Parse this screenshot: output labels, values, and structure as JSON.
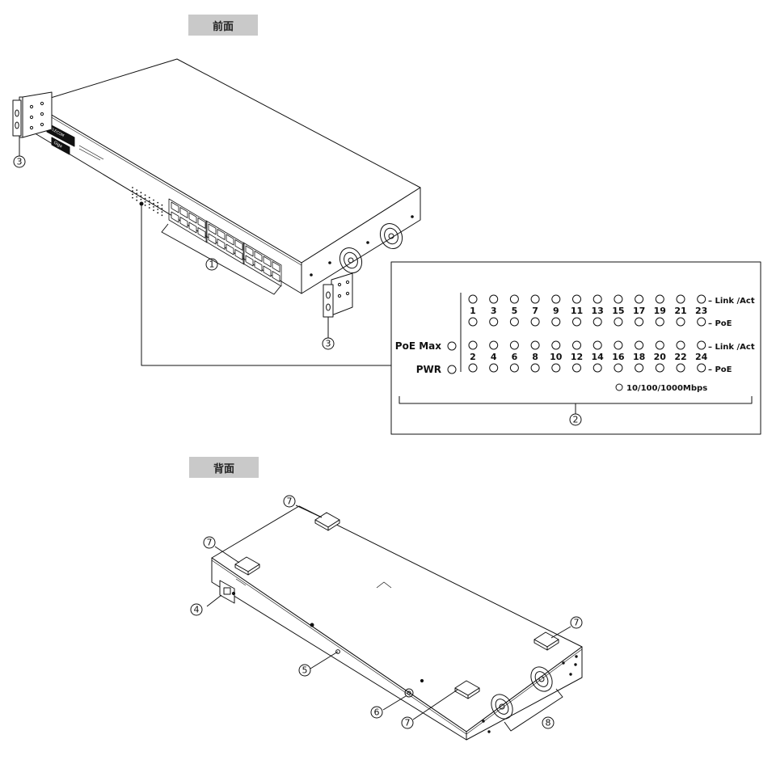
{
  "sections": {
    "front": "前面",
    "rear": "背面"
  },
  "callouts": {
    "c1": "1",
    "c2": "2",
    "c3a": "3",
    "c3b": "3",
    "c4": "4",
    "c5": "5",
    "c6": "6",
    "c7a": "7",
    "c7b": "7",
    "c7c": "7",
    "c7d": "7",
    "c8": "8"
  },
  "panel": {
    "poe_max": "PoE Max",
    "pwr": "PWR",
    "top_ports": [
      "1",
      "3",
      "5",
      "7",
      "9",
      "11",
      "13",
      "15",
      "17",
      "19",
      "21",
      "23"
    ],
    "bottom_ports": [
      "2",
      "4",
      "6",
      "8",
      "10",
      "12",
      "14",
      "16",
      "18",
      "20",
      "22",
      "24"
    ],
    "row_labels": [
      "– Link /Act",
      "– PoE",
      "– Link /Act",
      "– PoE"
    ],
    "speed_legend": "10/100/1000Mbps"
  },
  "device": {
    "brand_label": "ELECOM",
    "brand_sub": "Giga"
  }
}
